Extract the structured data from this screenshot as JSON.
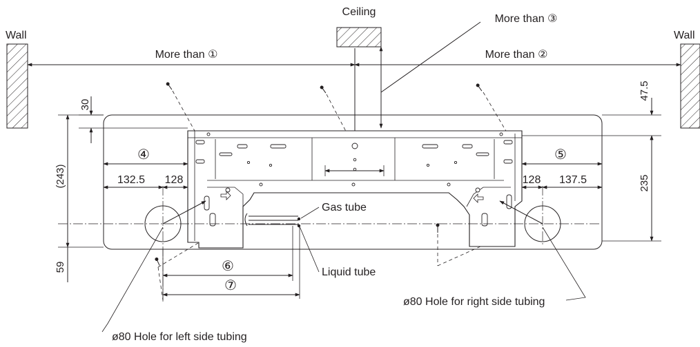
{
  "labels": {
    "ceiling": "Ceiling",
    "wall_left": "Wall",
    "wall_right": "Wall",
    "more_than_1": "More than ①",
    "more_than_2": "More than ②",
    "more_than_3": "More than ③",
    "gas_tube": "Gas tube",
    "liquid_tube": "Liquid tube",
    "hole_right": "ø80 Hole for right side tubing",
    "hole_left": "ø80 Hole for left side tubing"
  },
  "dimensions": {
    "d30": "30",
    "d243": "(243)",
    "d59": "59",
    "d47_5": "47.5",
    "d235": "235",
    "d132_5": "132.5",
    "d128_left": "128",
    "d128_right": "128",
    "d137_5": "137.5",
    "c4": "④",
    "c5": "⑤",
    "c6": "⑥",
    "c7": "⑦"
  },
  "colors": {
    "line": "#231f20",
    "background": "#ffffff"
  }
}
